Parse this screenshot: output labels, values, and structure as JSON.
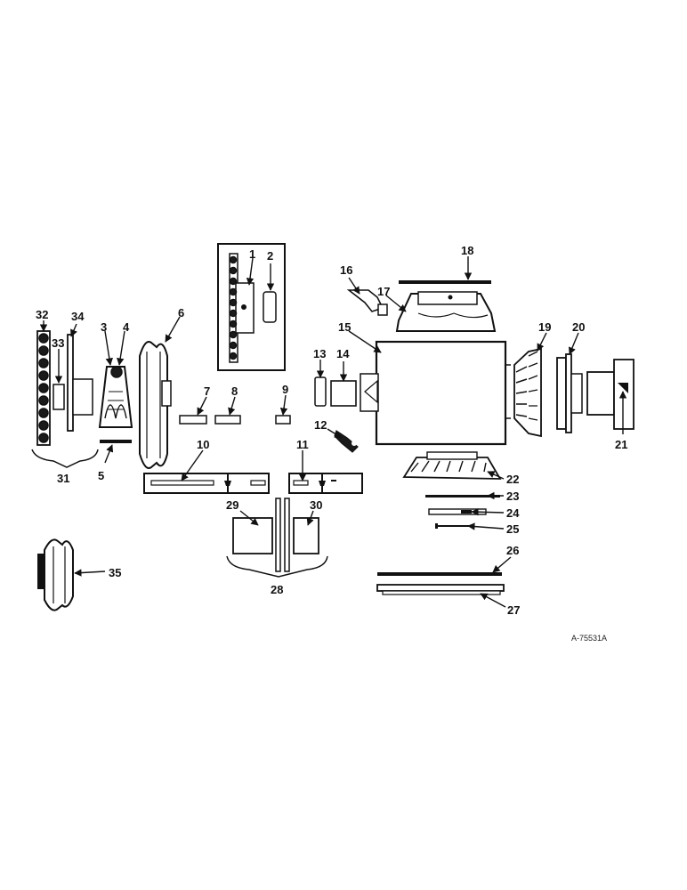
{
  "diagram": {
    "reference_code": "A-75531A",
    "callouts": {
      "c1": "1",
      "c2": "2",
      "c3": "3",
      "c4": "4",
      "c5": "5",
      "c6": "6",
      "c7": "7",
      "c8": "8",
      "c9": "9",
      "c10": "10",
      "c11": "11",
      "c12": "12",
      "c13": "13",
      "c14": "14",
      "c15": "15",
      "c16": "16",
      "c17": "17",
      "c18": "18",
      "c19": "19",
      "c20": "20",
      "c21": "21",
      "c22": "22",
      "c23": "23",
      "c24": "24",
      "c25": "25",
      "c26": "26",
      "c27": "27",
      "c28": "28",
      "c29": "29",
      "c30": "30",
      "c31": "31",
      "c32": "32",
      "c33": "33",
      "c34": "34",
      "c35": "35"
    }
  }
}
